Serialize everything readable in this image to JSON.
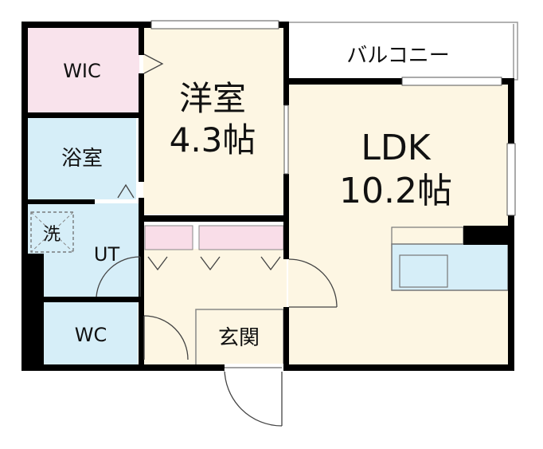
{
  "rooms": {
    "wic": {
      "label": "WIC"
    },
    "bath": {
      "label": "浴室"
    },
    "laundry": {
      "label": "洗"
    },
    "ut": {
      "label": "UT"
    },
    "wc": {
      "label": "WC"
    },
    "western": {
      "label_line1": "洋室",
      "label_line2": "4.3帖"
    },
    "ldk": {
      "label_line1": "LDK",
      "label_line2": "10.2帖"
    },
    "entrance": {
      "label": "玄関"
    },
    "balcony": {
      "label": "バルコニー"
    }
  },
  "colors": {
    "wall": "#000000",
    "wic": "#f9e3ec",
    "wet": "#d6eef8",
    "living": "#fdf6e3",
    "storage": "#f9dde8",
    "kitchen": "#d6eef8",
    "outline": "#888888"
  }
}
